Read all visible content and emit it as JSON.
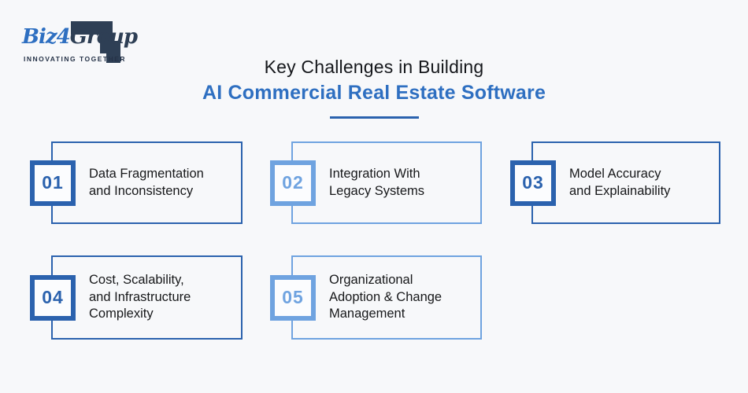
{
  "page": {
    "background": "#f7f8fa"
  },
  "logo": {
    "name": "Biz4Group",
    "part_biz": "Biz",
    "part_4": "4",
    "part_group": "Group",
    "tagline": "INNOVATING TOGETHER"
  },
  "header": {
    "title_line1": "Key Challenges in Building",
    "title_line2": "AI Commercial Real Estate Software"
  },
  "cards": [
    {
      "number": "01",
      "label_lines": [
        "Data Fragmentation",
        "and Inconsistency"
      ],
      "tone": "dark"
    },
    {
      "number": "02",
      "label_lines": [
        "Integration With",
        "Legacy Systems"
      ],
      "tone": "light"
    },
    {
      "number": "03",
      "label_lines": [
        "Model Accuracy",
        "and Explainability"
      ],
      "tone": "dark"
    },
    {
      "number": "04",
      "label_lines": [
        "Cost, Scalability,",
        "and Infrastructure",
        "Complexity"
      ],
      "tone": "dark"
    },
    {
      "number": "05",
      "label_lines": [
        "Organizational",
        "Adoption & Change",
        "Management"
      ],
      "tone": "light"
    }
  ],
  "colors": {
    "dark_blue": "#2b62ae",
    "light_blue": "#6fa3e0",
    "title_blue": "#2e6fc1",
    "logo_navy": "#2e3f55",
    "text_dark": "#17181a",
    "background": "#f7f8fa"
  }
}
